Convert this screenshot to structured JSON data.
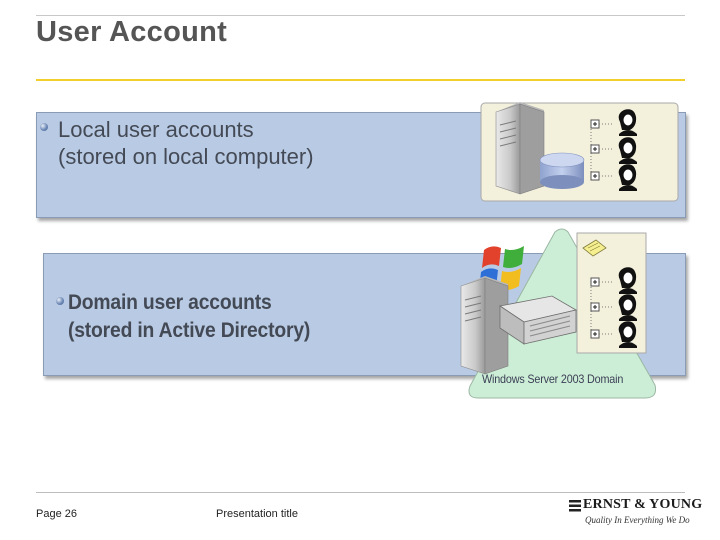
{
  "slide": {
    "title": "User Account",
    "local": {
      "line1": "Local user accounts",
      "line2": "(stored on local computer)"
    },
    "domain": {
      "line1": "Domain user accounts",
      "line2": "(stored in Active Directory)",
      "diagram_label": "Windows Server 2003 Domain"
    }
  },
  "footer": {
    "page": "Page 26",
    "presentation_title": "Presentation title",
    "logo_name": "ERNST & YOUNG",
    "logo_tagline": "Quality In Everything We Do"
  },
  "colors": {
    "panel": "#b9cbe4",
    "accent_rule": "#f2cf2a",
    "triangle": "#cdeed6"
  },
  "icons": [
    "bullet-icon",
    "server-icon",
    "database-icon",
    "user-icon",
    "expand-plus-icon",
    "windows-logo-icon",
    "folder-icon",
    "directory-book-icon"
  ]
}
